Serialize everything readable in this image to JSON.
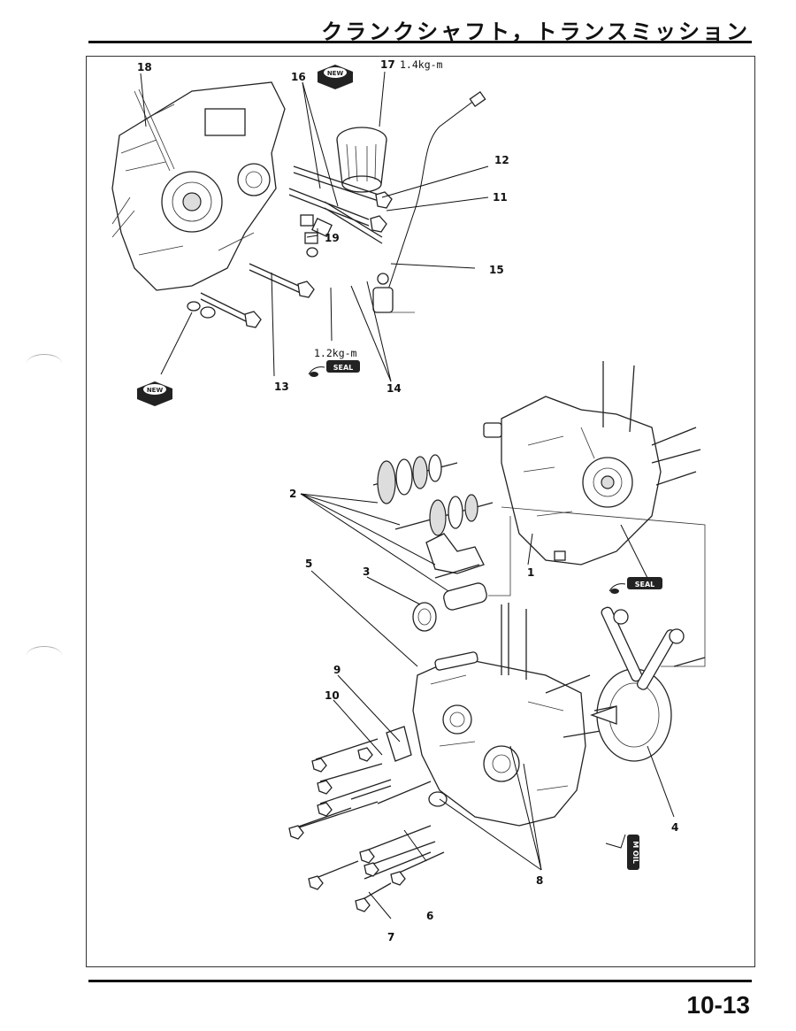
{
  "header": {
    "title": "クランクシャフト，トランスミッション"
  },
  "footer": {
    "page_number": "10-13"
  },
  "callouts": {
    "c1": "1",
    "c2": "2",
    "c3": "3",
    "c4": "4",
    "c5": "5",
    "c6": "6",
    "c7": "7",
    "c8": "8",
    "c9": "9",
    "c10": "10",
    "c11": "11",
    "c12": "12",
    "c13": "13",
    "c14": "14",
    "c15": "15",
    "c16": "16",
    "c17": "17",
    "c18": "18",
    "c19": "19"
  },
  "torque_specs": {
    "oil_filter": "1.4kg-m",
    "part14": "1.2kg-m"
  },
  "icons": {
    "new_part_label": "NEW",
    "seal_label": "SEAL",
    "oil_label": "M OIL"
  }
}
